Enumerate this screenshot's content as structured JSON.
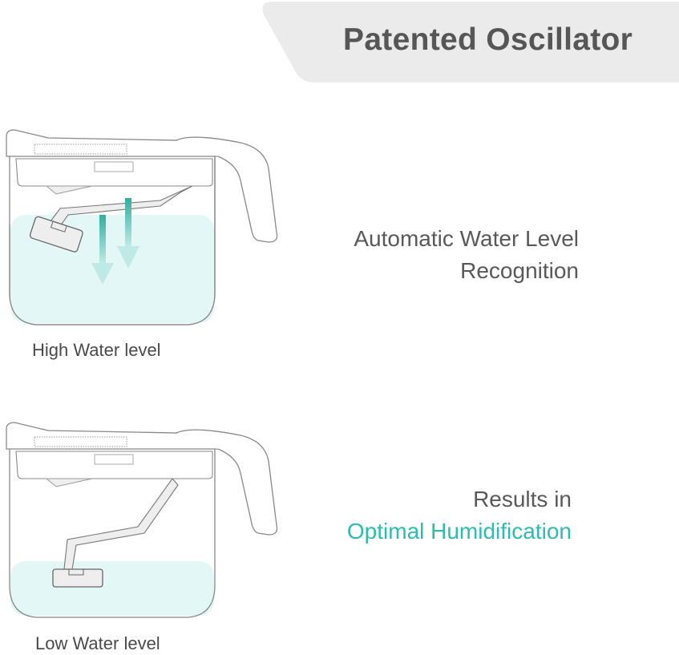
{
  "header": {
    "title": "Patented Oscillator"
  },
  "sections": [
    {
      "caption_lines": [
        "Automatic Water Level",
        "Recognition"
      ],
      "device_label": "High Water level",
      "water_level": "high"
    },
    {
      "caption_lines": [
        "Results in",
        "Optimal Humidification"
      ],
      "device_label": "Low Water level",
      "water_level": "low"
    }
  ],
  "colors": {
    "accent": "#2ebcae",
    "banner": "#ebebeb",
    "water": "#e3f7f6",
    "arrow": "#3fb3a4"
  }
}
